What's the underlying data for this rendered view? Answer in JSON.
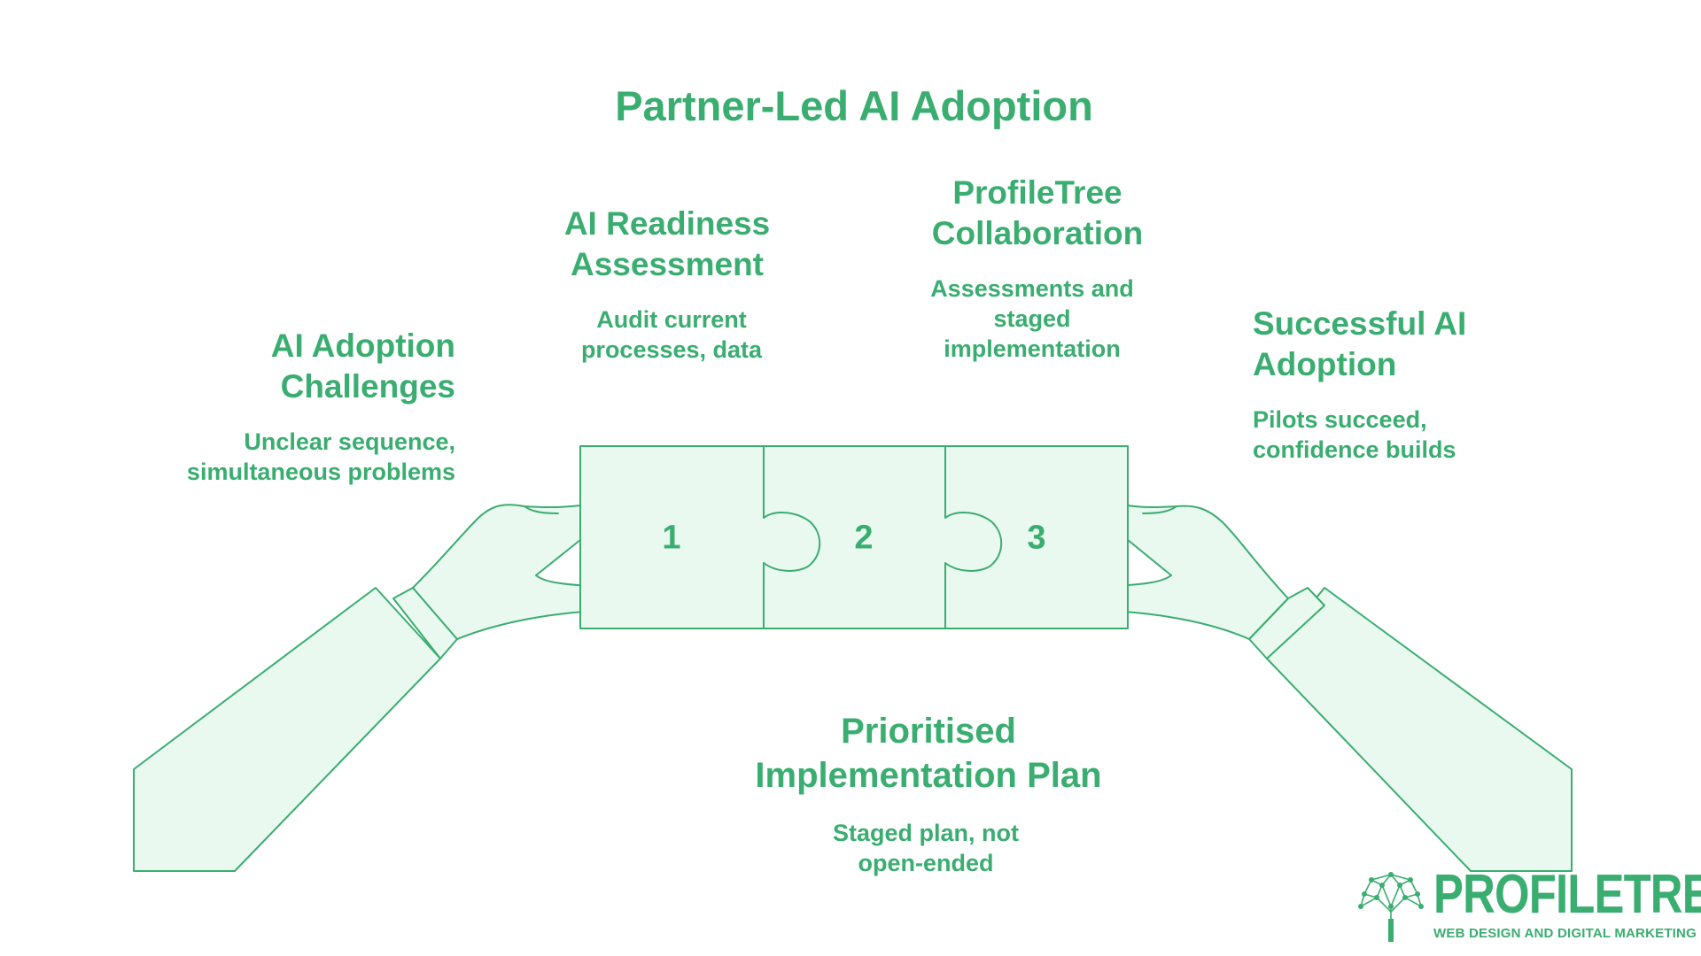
{
  "title": "Partner-Led AI Adoption",
  "steps": [
    {
      "heading": "AI Adoption\nChallenges",
      "description": "Unclear sequence,\nsimultaneous problems"
    },
    {
      "heading": "AI Readiness\nAssessment",
      "description": "Audit current\nprocesses, data"
    },
    {
      "heading": "ProfileTree\nCollaboration",
      "description": "Assessments and\nstaged\nimplementation"
    },
    {
      "heading": "Successful AI\nAdoption",
      "description": "Pilots succeed,\nconfidence builds"
    },
    {
      "heading": "Prioritised\nImplementation Plan",
      "description": "Staged plan, not\nopen-ended"
    }
  ],
  "puzzle_pieces": [
    "1",
    "2",
    "3"
  ],
  "logo": {
    "brand_name": "PROFILETREE",
    "tagline": "WEB DESIGN AND DIGITAL MARKETING"
  },
  "colors": {
    "accent": "#3aad70",
    "fill": "#e9f9f0"
  },
  "icons": [
    "left-hand-icon",
    "right-hand-icon",
    "puzzle-icon",
    "tree-logo-icon"
  ]
}
